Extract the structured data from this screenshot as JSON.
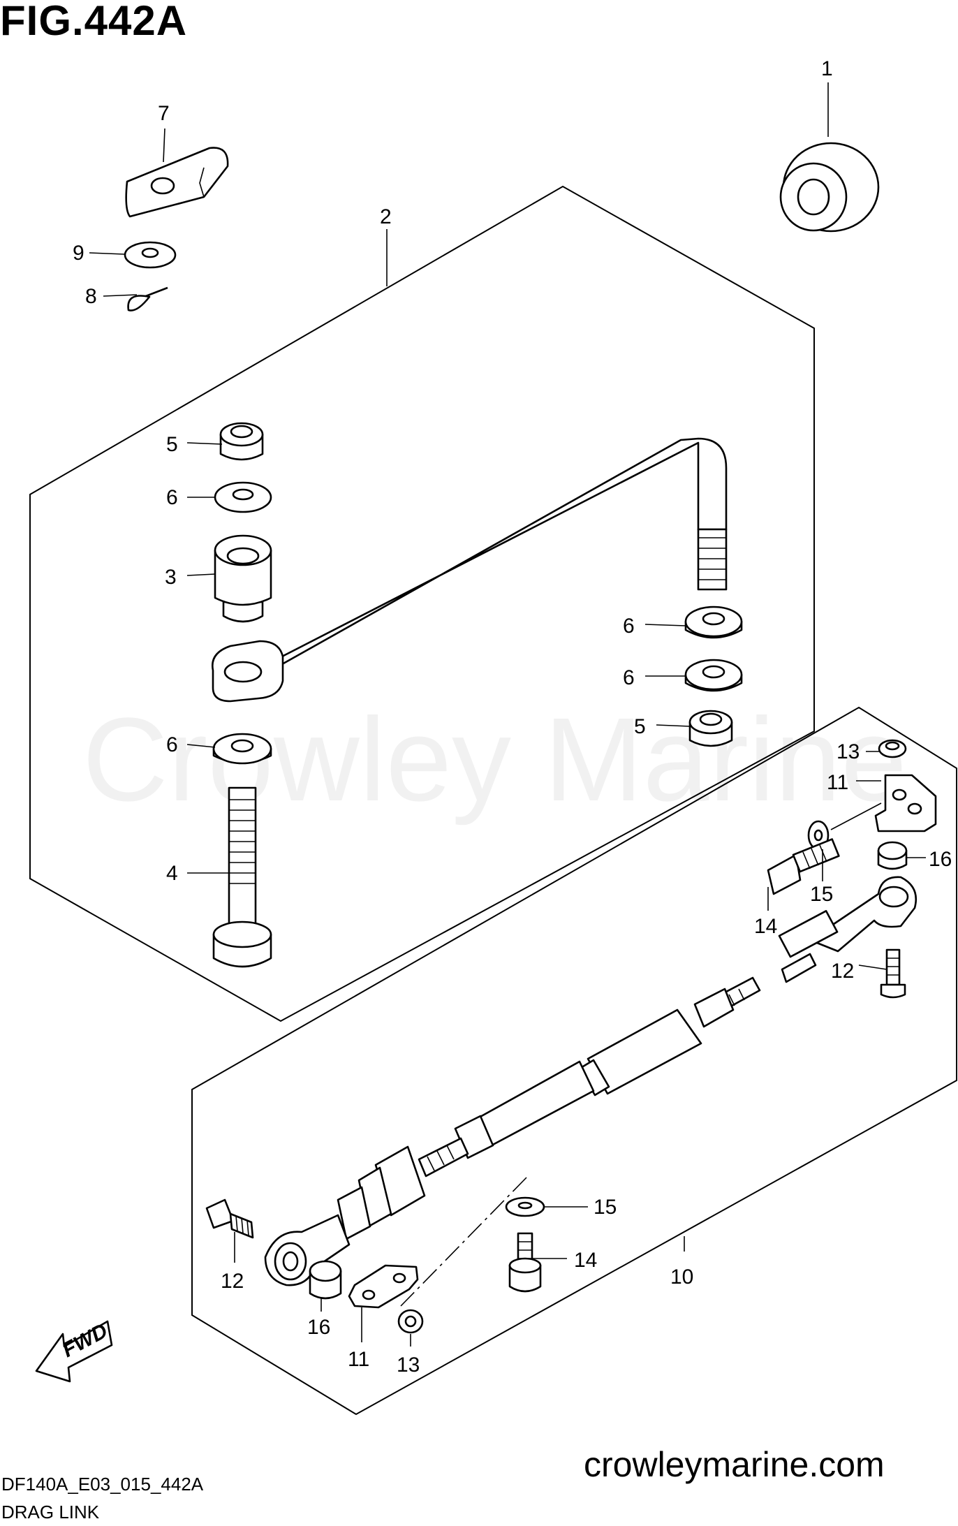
{
  "figure": {
    "title": "FIG.442A",
    "code": "DF140A_E03_015_442A",
    "caption": "DRAG LINK",
    "website": "crowleymarine.com",
    "watermark": "Crowley Marine",
    "direction_badge": "FWD"
  },
  "callouts": {
    "c1": "1",
    "c2": "2",
    "c3": "3",
    "c4": "4",
    "c5a": "5",
    "c5b": "5",
    "c6a": "6",
    "c6b": "6",
    "c6c": "6",
    "c6d": "6",
    "c7": "7",
    "c8": "8",
    "c9": "9",
    "c10": "10",
    "c11a": "11",
    "c11b": "11",
    "c12a": "12",
    "c12b": "12",
    "c13a": "13",
    "c13b": "13",
    "c14a": "14",
    "c14b": "14",
    "c15a": "15",
    "c15b": "15",
    "c16a": "16",
    "c16b": "16"
  }
}
